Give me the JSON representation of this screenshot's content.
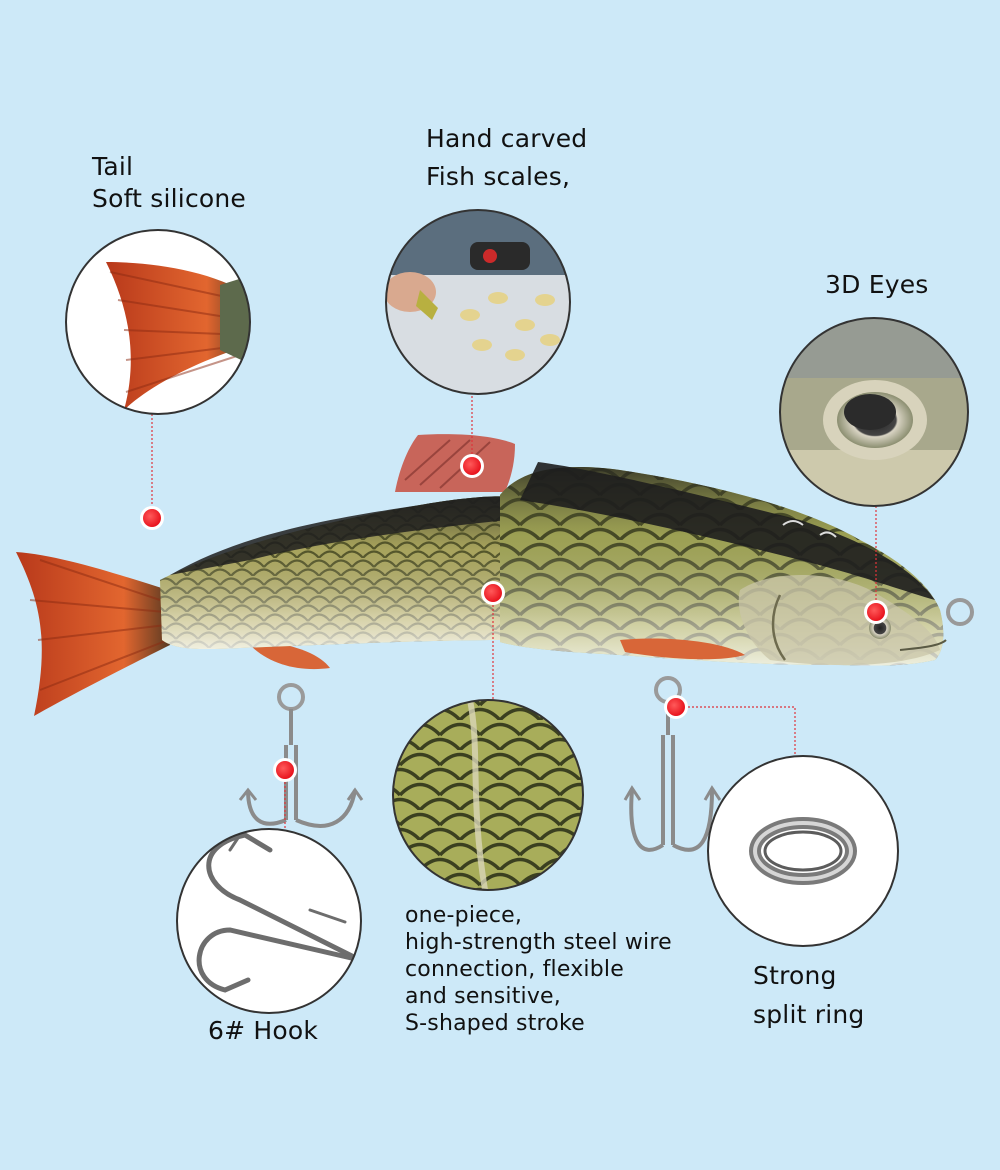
{
  "callouts": {
    "tail": {
      "line1": "Tail",
      "line2": "Soft silicone"
    },
    "scales": {
      "line1": "Hand carved",
      "line2": "Fish scales,"
    },
    "eyes": {
      "line1": "3D Eyes"
    },
    "joint": {
      "line1": "one-piece,",
      "line2": "high-strength steel wire",
      "line3": "connection, flexible",
      "line4": "and sensitive,",
      "line5": "S-shaped stroke"
    },
    "hook": {
      "line1": "6# Hook"
    },
    "ring": {
      "line1": "Strong",
      "line2": "split ring"
    }
  },
  "colors": {
    "background": "#cde9f8",
    "marker": "#e8141e",
    "leader_line": "#e0333a",
    "fin_orange": "#d9532a",
    "scale_green": "#9c9a4a",
    "back_dark": "#1e1e1e"
  },
  "icons": [
    "fish-lure-illustration",
    "tail-detail-icon",
    "carving-detail-icon",
    "eye-detail-icon",
    "scale-joint-detail-icon",
    "treble-hook-icon",
    "split-ring-icon"
  ]
}
